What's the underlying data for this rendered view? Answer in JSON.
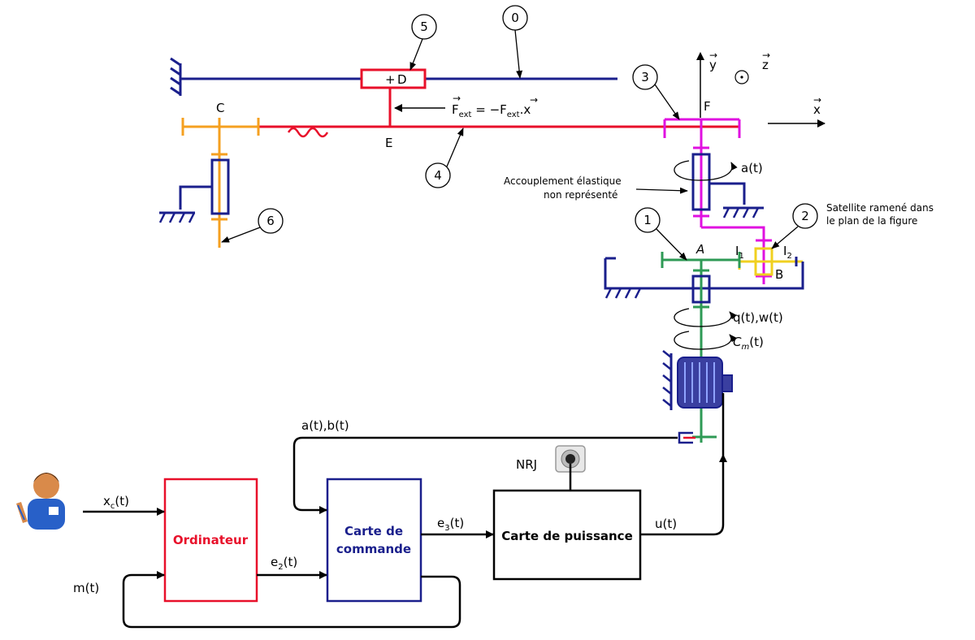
{
  "blocks": {
    "ordinateur": "Ordinateur",
    "carte_commande_l1": "Carte de",
    "carte_commande_l2": "commande",
    "carte_puissance": "Carte de puissance"
  },
  "signals": {
    "xc": "x",
    "xc_sub": "c",
    "xc_tail": "(t)",
    "e2": "e",
    "e2_sub": "2",
    "e2_tail": "(t)",
    "e3": "e",
    "e3_sub": "3",
    "e3_tail": "(t)",
    "m": "m(t)",
    "u": "u(t)",
    "ab": "a(t),b(t)",
    "nrj": "NRJ",
    "qw": "q(t),w(t)",
    "cm": "C",
    "cm_sub": "m",
    "cm_tail": "(t)",
    "a": "a(t)"
  },
  "mechanism": {
    "points": {
      "A": "A",
      "B": "B",
      "C": "C",
      "D": "D",
      "E": "E",
      "F": "F",
      "I1": "I",
      "I1_sub": "1",
      "I2": "I",
      "I2_sub": "2"
    },
    "part_numbers": [
      "0",
      "1",
      "2",
      "3",
      "4",
      "5",
      "6"
    ],
    "force_label": "F",
    "force_sub": "ext",
    "force_mid": " = −F",
    "force_sub2": "ext",
    "force_end": ".x",
    "axes": {
      "x": "x",
      "y": "y",
      "z": "z"
    },
    "notes": {
      "coupling_l1": "Accouplement élastique",
      "coupling_l2": "non représenté",
      "satellite_l1": "Satellite ramené dans",
      "satellite_l2": "le plan de la figure"
    }
  },
  "colors": {
    "frame": "#1a1f8c",
    "part4": "#e8102a",
    "part3": "#e010e0",
    "part6": "#f5a020",
    "part1": "#2e9a55",
    "part2": "#f0d020",
    "ordinateur": "#e8102a",
    "carte_commande": "#1a1f8c"
  }
}
